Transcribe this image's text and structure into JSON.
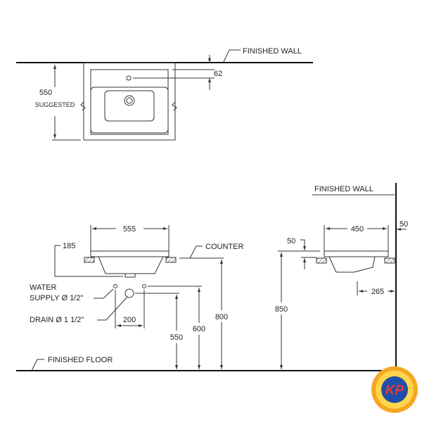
{
  "top_view": {
    "wall_label": "FINISHED WALL",
    "depth_value": "550",
    "depth_note": "SUGGESTED",
    "tap_offset": "62"
  },
  "front_view": {
    "width": "555",
    "height": "185",
    "counter_label": "COUNTER",
    "water_label_1": "WATER",
    "water_label_2": "SUPPLY Ø 1/2\"",
    "drain_label": "DRAIN Ø 1 1/2\"",
    "supply_spacing": "200",
    "drain_height": "550",
    "supply_height": "600",
    "counter_height": "800",
    "floor_label": "FINISHED FLOOR"
  },
  "side_view": {
    "wall_label": "FINISHED WALL",
    "wall_gap": "50",
    "depth": "450",
    "rim": "50",
    "rim_height": "850",
    "drain_offset": "265"
  },
  "logo": {
    "text": "KP",
    "colors": {
      "outer": "#f5a623",
      "ring": "#ffd54a",
      "inner": "#1f4fa8",
      "letters": "#e53935"
    }
  }
}
